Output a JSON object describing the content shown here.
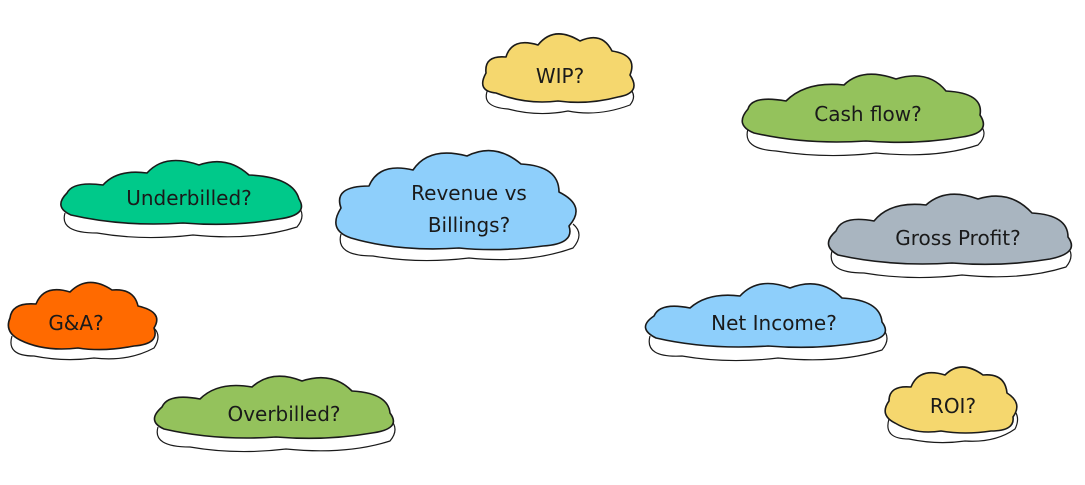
{
  "clouds": [
    {
      "id": "wip",
      "label": "WIP?",
      "color": "#f5d76e"
    },
    {
      "id": "cash-flow",
      "label": "Cash flow?",
      "color": "#94c25c"
    },
    {
      "id": "underbilled",
      "label": "Underbilled?",
      "color": "#00c98a"
    },
    {
      "id": "revenue-vs-billings",
      "label_lines": [
        "Revenue vs",
        "Billings?"
      ],
      "color": "#8ecffb"
    },
    {
      "id": "gross-profit",
      "label": "Gross Profit?",
      "color": "#a9b5c0"
    },
    {
      "id": "ga",
      "label": "G&A?",
      "color": "#ff6a00"
    },
    {
      "id": "net-income",
      "label": "Net Income?",
      "color": "#8ecffb"
    },
    {
      "id": "overbilled",
      "label": "Overbilled?",
      "color": "#94c25c"
    },
    {
      "id": "roi",
      "label": "ROI?",
      "color": "#f5d76e"
    }
  ]
}
